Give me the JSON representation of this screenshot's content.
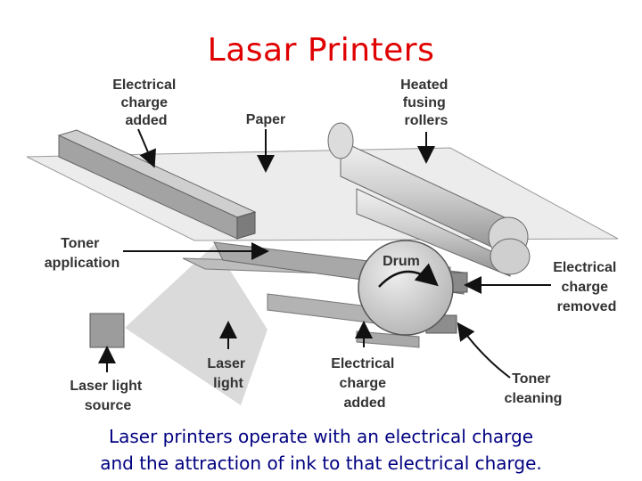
{
  "title": "Lasar Printers",
  "labels": {
    "charge_added_top": [
      "Electrical",
      "charge",
      "added"
    ],
    "paper": "Paper",
    "heated_rollers": [
      "Heated",
      "fusing",
      "rollers"
    ],
    "toner_application": [
      "Toner",
      "application"
    ],
    "drum": "Drum",
    "charge_removed": [
      "Electrical",
      "charge",
      "removed"
    ],
    "laser_source": [
      "Laser light",
      "source"
    ],
    "laser_light": [
      "Laser",
      "light"
    ],
    "charge_added_bottom": [
      "Electrical",
      "charge",
      "added"
    ],
    "toner_cleaning": [
      "Toner",
      "cleaning"
    ]
  },
  "caption": [
    "Laser printers operate with an electrical charge",
    "and the attraction of ink to that electrical charge."
  ]
}
